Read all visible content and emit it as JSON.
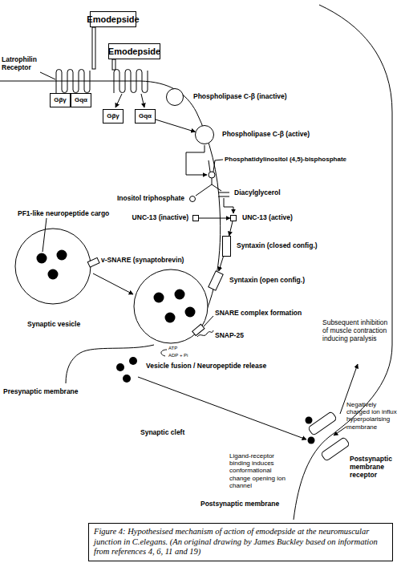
{
  "diagram": {
    "caption": "Figure 4: Hypothesised mechanism of action of emodepside at the neuromuscular junction in C.elegans. (An original drawing by James Buckley based on information from references 4, 6, 11 and 19)",
    "nodes": [
      {
        "text": [
          "Emodepside"
        ]
      },
      {
        "text": [
          "Emodepside"
        ]
      },
      {
        "text": [
          "Gβγ"
        ]
      },
      {
        "text": [
          "Gqα"
        ]
      },
      {
        "text": [
          "Gβγ"
        ]
      },
      {
        "text": [
          "Gqα"
        ]
      },
      {
        "text": [
          "Phospholipase C-β (inactive)"
        ]
      },
      {
        "text": [
          "Phospholipase C-β (active)"
        ]
      },
      {
        "text": [
          "Inositol triphosphate"
        ]
      },
      {
        "text": [
          "UNC-13 (inactive)"
        ]
      },
      {
        "text": [
          "UNC-13 (active)"
        ]
      },
      {
        "text": [
          "Syntaxin (closed config.)"
        ]
      },
      {
        "text": [
          "Syntaxin (open config.)"
        ]
      }
    ],
    "edges": [
      {
        "from": 5,
        "to": 7,
        "arrow": "to"
      },
      {
        "from": 9,
        "to": 10,
        "arrow": "to"
      },
      {
        "from": 10,
        "to": 11,
        "arrow": "to"
      },
      {
        "from": 11,
        "to": 12,
        "arrow": "to"
      }
    ],
    "labels": [
      "Latrophilin Receptor",
      "Phosphatidylinositol (4,5)-bisphosphate",
      "Diacylglycerol",
      "PF1-like neuropeptide cargo",
      "v-SNARE (synaptobrevin)",
      "Synaptic vesicle",
      "SNARE complex formation",
      "SNAP-25",
      "ATP",
      "ADP + Pi",
      "Vesicle fusion / Neuropeptide release",
      "Presynaptic membrane",
      "Synaptic cleft",
      "Subsequent inhibition of muscle contraction inducing paralysis",
      "Negatively charged ion influx hyperpolarising membrane",
      "Ligand-receptor binding induces conformational change opening ion channel",
      "Postsynaptic membrane receptor",
      "Postsynaptic membrane"
    ]
  }
}
